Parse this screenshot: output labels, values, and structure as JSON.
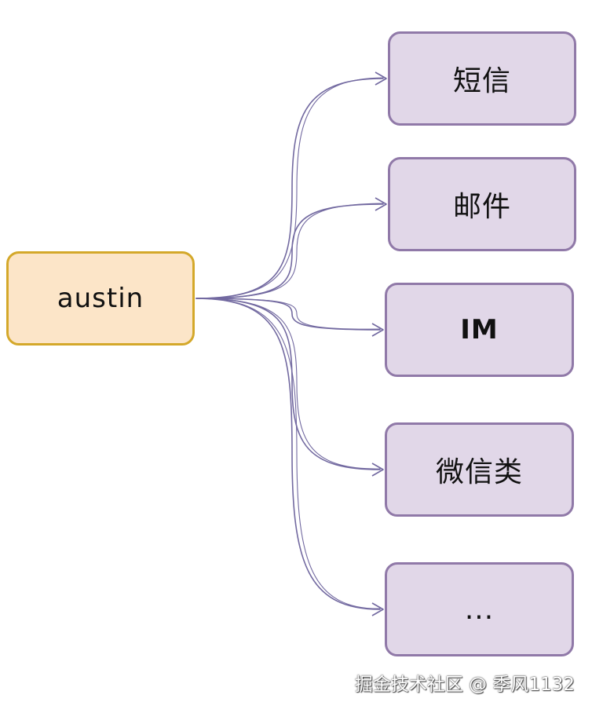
{
  "diagram": {
    "root": {
      "label": "austin",
      "fill": "#fce5c8",
      "stroke": "#d4a82a"
    },
    "children": [
      {
        "id": "sms",
        "label": "短信"
      },
      {
        "id": "email",
        "label": "邮件"
      },
      {
        "id": "im",
        "label": "IM"
      },
      {
        "id": "wechat",
        "label": "微信类"
      },
      {
        "id": "more",
        "label": "..."
      }
    ],
    "child_fill": "#e1d7e8",
    "child_stroke": "#9079a8",
    "edge_color": "#7269a0"
  },
  "watermark": {
    "text": "掘金技术社区 @ 季风1132"
  }
}
